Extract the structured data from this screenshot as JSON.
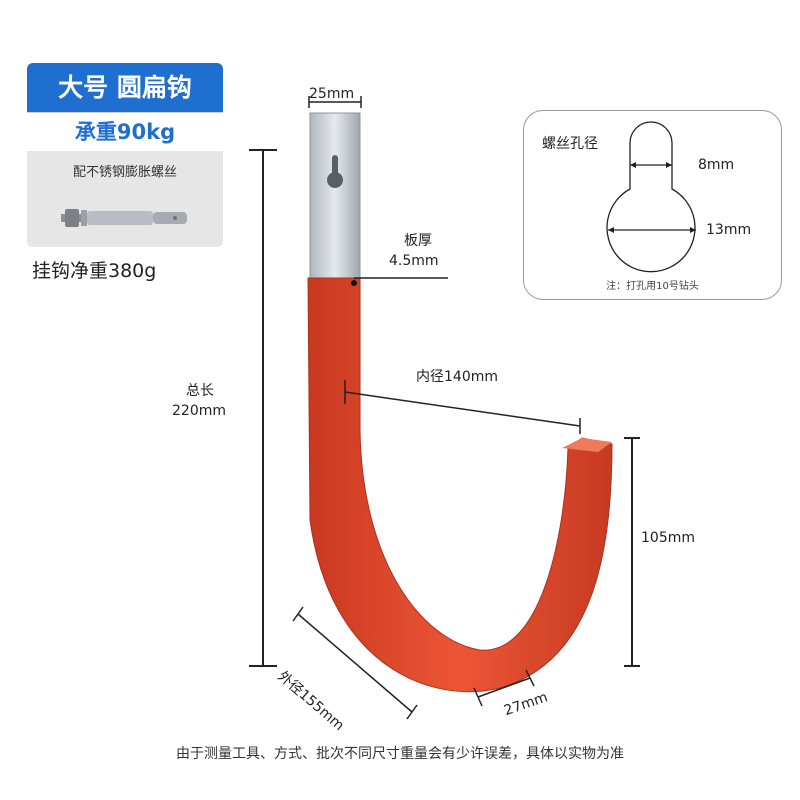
{
  "product": {
    "title": "大号 圆扁钩",
    "load": "承重90kg",
    "screw_label": "配不锈钢膨胀螺丝",
    "net_weight": "挂钩净重380g"
  },
  "hole_panel": {
    "title": "螺丝孔径",
    "small_dim": "8mm",
    "large_dim": "13mm",
    "note": "注：打孔用10号钻头"
  },
  "dimensions": {
    "width": "25mm",
    "thickness_label": "板厚",
    "thickness": "4.5mm",
    "total_length_label": "总长",
    "total_length": "220mm",
    "inner_diameter": "内径140mm",
    "tip_height": "105mm",
    "outer_diameter": "外径155mm",
    "band_width": "27mm"
  },
  "colors": {
    "title_blue": "#1f6fd1",
    "hook_red": "#e0482d",
    "metal": "#c9d0d6"
  },
  "footer": "由于测量工具、方式、批次不同尺寸重量会有少许误差，具体以实物为准"
}
